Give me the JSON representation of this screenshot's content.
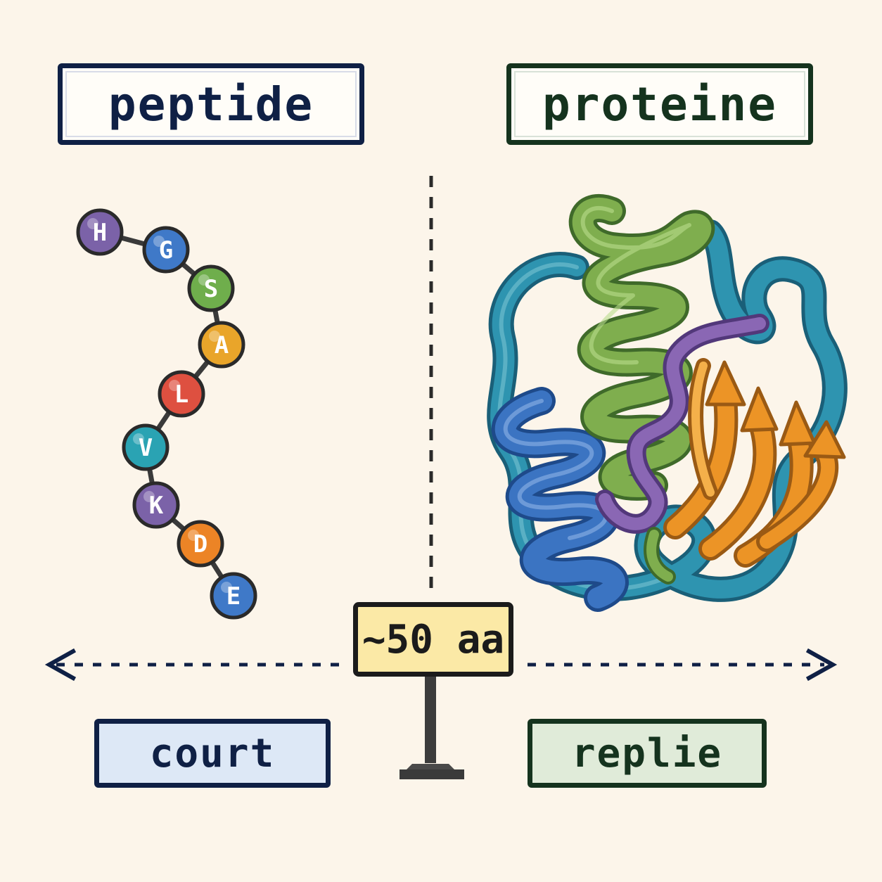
{
  "labels": {
    "peptide": "peptide",
    "proteine": "proteine",
    "court": "court",
    "replie": "replie",
    "threshold": "~50 aa"
  },
  "peptide_chain": [
    {
      "letter": "H",
      "color": "#7b62a8"
    },
    {
      "letter": "G",
      "color": "#3f79c8"
    },
    {
      "letter": "S",
      "color": "#6fae4c"
    },
    {
      "letter": "A",
      "color": "#e9a52a"
    },
    {
      "letter": "L",
      "color": "#de5040"
    },
    {
      "letter": "V",
      "color": "#2aa3b3"
    },
    {
      "letter": "K",
      "color": "#7b62a8"
    },
    {
      "letter": "D",
      "color": "#ec8426"
    },
    {
      "letter": "E",
      "color": "#3f79c8"
    }
  ],
  "protein_colors": {
    "helix_blue": "#3b74c2",
    "helix_green": "#7fae4e",
    "coil_teal": "#2e94b0",
    "coil_purple": "#8a67b4",
    "strand_orange": "#ec9426"
  },
  "colors": {
    "background": "#fcf5ea",
    "navy": "#0f2045",
    "dark_green": "#15331e",
    "sign_yellow": "#fbe9a6"
  }
}
